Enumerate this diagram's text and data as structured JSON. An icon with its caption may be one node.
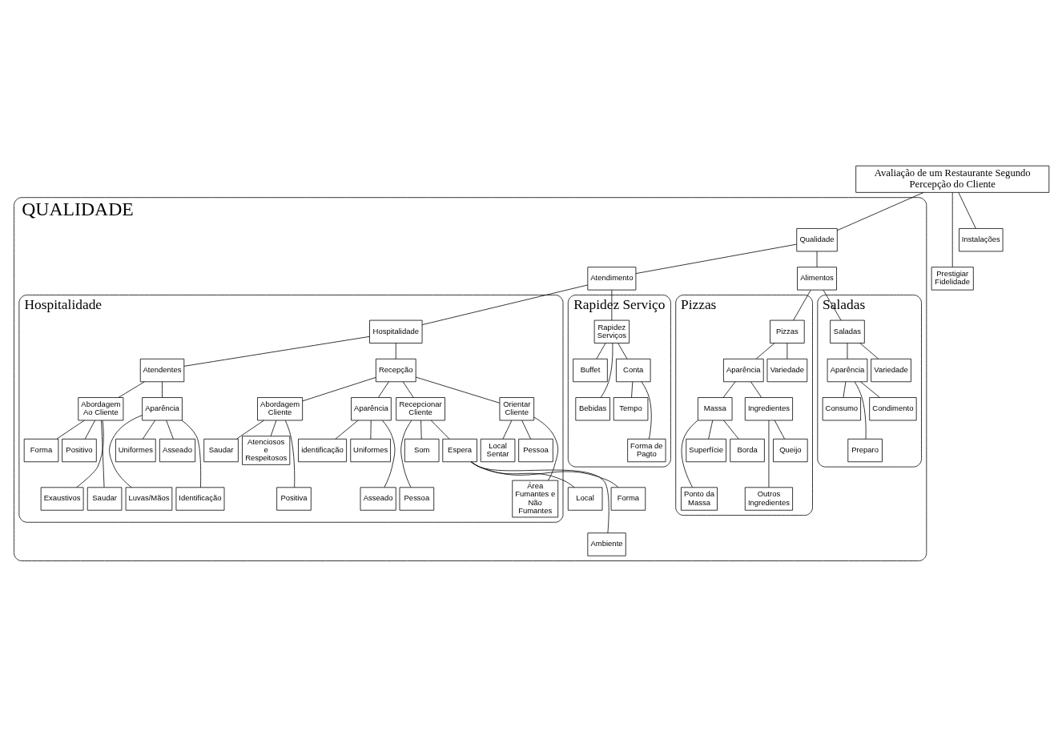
{
  "diagram": {
    "nodes": [
      {
        "text": [
          "Avaliação de um Restaurante Segundo Percepção do Cliente"
        ]
      },
      {
        "text": [
          "QUALIDADE"
        ]
      },
      {
        "text": [
          "Qualidade"
        ],
        "in": 1
      },
      {
        "text": [
          "Instalações"
        ]
      },
      {
        "text": [
          "Prestigiar Fidelidade"
        ]
      },
      {
        "text": [
          "Atendimento"
        ],
        "in": 1
      },
      {
        "text": [
          "Alimentos"
        ],
        "in": 1
      },
      {
        "text": [
          "Hospitalidade"
        ],
        "in": 1
      },
      {
        "text": [
          "Hospitalidade"
        ],
        "in": 7
      },
      {
        "text": [
          "Rapidez Serviço"
        ],
        "in": 1
      },
      {
        "text": [
          "Rapidez Serviços"
        ],
        "in": 9
      },
      {
        "text": [
          "Pizzas"
        ],
        "in": 1
      },
      {
        "text": [
          "Pizzas"
        ],
        "in": 11
      },
      {
        "text": [
          "Saladas"
        ],
        "in": 1
      },
      {
        "text": [
          "Saladas"
        ],
        "in": 13
      },
      {
        "text": [
          "Recepção"
        ],
        "in": 7
      },
      {
        "text": [
          "Atendentes"
        ],
        "in": 7
      },
      {
        "text": [
          "Recepcionar Cliente"
        ],
        "in": 7
      },
      {
        "text": [
          "Orientar Cliente"
        ],
        "in": 7
      },
      {
        "text": [
          "Abordagem Cliente"
        ],
        "in": 7
      },
      {
        "text": [
          "Aparência"
        ],
        "in": 7
      },
      {
        "text": [
          "Abordagem Ao Cliente"
        ],
        "in": 7
      },
      {
        "text": [
          "Aparência"
        ],
        "in": 7
      },
      {
        "text": [
          "Espera"
        ],
        "in": 7
      },
      {
        "text": [
          "Som"
        ],
        "in": 7
      },
      {
        "text": [
          "Pessoa"
        ],
        "in": 7
      },
      {
        "text": [
          "Pessoa"
        ],
        "in": 7
      },
      {
        "text": [
          "Área Fumantes e Não Fumantes"
        ],
        "in": 7
      },
      {
        "text": [
          "Local Sentar"
        ],
        "in": 7
      },
      {
        "text": [
          "Atenciosos e Respeitosos"
        ],
        "in": 7
      },
      {
        "text": [
          "Positiva"
        ],
        "in": 7
      },
      {
        "text": [
          "Saudar"
        ],
        "in": 7
      },
      {
        "text": [
          "Uniformes"
        ],
        "in": 7
      },
      {
        "text": [
          "Asseado"
        ],
        "in": 7
      },
      {
        "text": [
          "identificação"
        ],
        "in": 7
      },
      {
        "text": [
          "Forma"
        ],
        "in": 7
      },
      {
        "text": [
          "Exaustivos"
        ],
        "in": 7
      },
      {
        "text": [
          "Positivo"
        ],
        "in": 7
      },
      {
        "text": [
          "Saudar"
        ],
        "in": 7
      },
      {
        "text": [
          "Uniformes"
        ],
        "in": 7
      },
      {
        "text": [
          "Luvas/Mãos"
        ],
        "in": 7
      },
      {
        "text": [
          "Asseado"
        ],
        "in": 7
      },
      {
        "text": [
          "Identificação"
        ],
        "in": 7
      },
      {
        "text": [
          "Local"
        ],
        "in": 1
      },
      {
        "text": [
          "Ambiente"
        ],
        "in": 1
      },
      {
        "text": [
          "Forma"
        ],
        "in": 1
      },
      {
        "text": [
          "Buffet"
        ],
        "in": 9
      },
      {
        "text": [
          "Bebidas"
        ],
        "in": 9
      },
      {
        "text": [
          "Conta"
        ],
        "in": 9
      },
      {
        "text": [
          "Tempo"
        ],
        "in": 9
      },
      {
        "text": [
          "Forma de Pagto"
        ],
        "in": 9
      },
      {
        "text": [
          "Variedade"
        ],
        "in": 11
      },
      {
        "text": [
          "Aparência"
        ],
        "in": 11
      },
      {
        "text": [
          "Massa"
        ],
        "in": 11
      },
      {
        "text": [
          "Ingredientes"
        ],
        "in": 11
      },
      {
        "text": [
          "Borda"
        ],
        "in": 11
      },
      {
        "text": [
          "Ponto da Massa"
        ],
        "in": 11
      },
      {
        "text": [
          "Superfície"
        ],
        "in": 11
      },
      {
        "text": [
          "Queijo"
        ],
        "in": 11
      },
      {
        "text": [
          "Outros Ingredientes"
        ],
        "in": 11
      },
      {
        "text": [
          "Variedade"
        ],
        "in": 13
      },
      {
        "text": [
          "Aparência"
        ],
        "in": 13
      },
      {
        "text": [
          "Consumo"
        ],
        "in": 13
      },
      {
        "text": [
          "Preparo"
        ],
        "in": 13
      },
      {
        "text": [
          "Condimento"
        ],
        "in": 13
      }
    ],
    "edges": [
      {
        "from": 0,
        "to": 2,
        "arrow": "none"
      },
      {
        "from": 0,
        "to": 3,
        "arrow": "none"
      },
      {
        "from": 0,
        "to": 4,
        "arrow": "none"
      },
      {
        "from": 2,
        "to": 5,
        "arrow": "none"
      },
      {
        "from": 2,
        "to": 6,
        "arrow": "none"
      },
      {
        "from": 5,
        "to": 8,
        "arrow": "none"
      },
      {
        "from": 5,
        "to": 10,
        "arrow": "none"
      },
      {
        "from": 6,
        "to": 12,
        "arrow": "none"
      },
      {
        "from": 6,
        "to": 14,
        "arrow": "none"
      },
      {
        "from": 8,
        "to": 15,
        "arrow": "none"
      },
      {
        "from": 8,
        "to": 16,
        "arrow": "none"
      },
      {
        "from": 15,
        "to": 17,
        "arrow": "none"
      },
      {
        "from": 15,
        "to": 18,
        "arrow": "none"
      },
      {
        "from": 15,
        "to": 19,
        "arrow": "none"
      },
      {
        "from": 15,
        "to": 20,
        "arrow": "none"
      },
      {
        "from": 16,
        "to": 21,
        "arrow": "none"
      },
      {
        "from": 16,
        "to": 22,
        "arrow": "none"
      },
      {
        "from": 17,
        "to": 23,
        "arrow": "none"
      },
      {
        "from": 17,
        "to": 24,
        "arrow": "none"
      },
      {
        "from": 17,
        "to": 25,
        "arrow": "none"
      },
      {
        "from": 18,
        "to": 26,
        "arrow": "none"
      },
      {
        "from": 18,
        "to": 27,
        "arrow": "none"
      },
      {
        "from": 18,
        "to": 28,
        "arrow": "none"
      },
      {
        "from": 19,
        "to": 29,
        "arrow": "none"
      },
      {
        "from": 19,
        "to": 30,
        "arrow": "none"
      },
      {
        "from": 19,
        "to": 31,
        "arrow": "none"
      },
      {
        "from": 20,
        "to": 32,
        "arrow": "none"
      },
      {
        "from": 20,
        "to": 33,
        "arrow": "none"
      },
      {
        "from": 20,
        "to": 34,
        "arrow": "none"
      },
      {
        "from": 21,
        "to": 35,
        "arrow": "none"
      },
      {
        "from": 21,
        "to": 36,
        "arrow": "none"
      },
      {
        "from": 21,
        "to": 37,
        "arrow": "none"
      },
      {
        "from": 21,
        "to": 38,
        "arrow": "none"
      },
      {
        "from": 22,
        "to": 39,
        "arrow": "none"
      },
      {
        "from": 22,
        "to": 40,
        "arrow": "none"
      },
      {
        "from": 22,
        "to": 41,
        "arrow": "none"
      },
      {
        "from": 22,
        "to": 42,
        "arrow": "none"
      },
      {
        "from": 23,
        "to": 43,
        "arrow": "none"
      },
      {
        "from": 23,
        "to": 44,
        "arrow": "none"
      },
      {
        "from": 23,
        "to": 45,
        "arrow": "none"
      },
      {
        "from": 10,
        "to": 46,
        "arrow": "none"
      },
      {
        "from": 10,
        "to": 47,
        "arrow": "none"
      },
      {
        "from": 10,
        "to": 48,
        "arrow": "none"
      },
      {
        "from": 48,
        "to": 49,
        "arrow": "none"
      },
      {
        "from": 48,
        "to": 50,
        "arrow": "none"
      },
      {
        "from": 12,
        "to": 51,
        "arrow": "none"
      },
      {
        "from": 12,
        "to": 52,
        "arrow": "none"
      },
      {
        "from": 52,
        "to": 53,
        "arrow": "none"
      },
      {
        "from": 52,
        "to": 54,
        "arrow": "none"
      },
      {
        "from": 53,
        "to": 55,
        "arrow": "none"
      },
      {
        "from": 53,
        "to": 56,
        "arrow": "none"
      },
      {
        "from": 53,
        "to": 57,
        "arrow": "none"
      },
      {
        "from": 54,
        "to": 58,
        "arrow": "none"
      },
      {
        "from": 54,
        "to": 59,
        "arrow": "none"
      },
      {
        "from": 14,
        "to": 60,
        "arrow": "none"
      },
      {
        "from": 14,
        "to": 61,
        "arrow": "none"
      },
      {
        "from": 61,
        "to": 62,
        "arrow": "none"
      },
      {
        "from": 61,
        "to": 63,
        "arrow": "none"
      },
      {
        "from": 61,
        "to": 64,
        "arrow": "none"
      }
    ]
  }
}
